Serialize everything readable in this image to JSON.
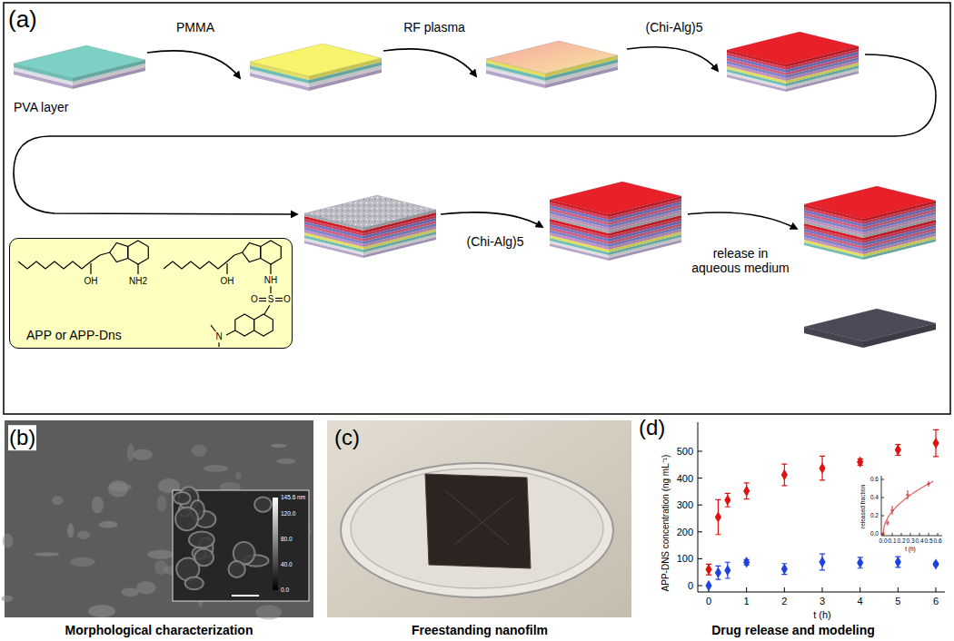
{
  "diagram": {
    "nodes": [
      {
        "text": [
          "APP or APP-Dns"
        ]
      }
    ],
    "labels": [
      "(a)",
      "PVA layer",
      "PMMA",
      "RF plasma",
      "(Chi-Alg)5",
      "(Chi-Alg)5",
      "release in aqueous medium",
      "OH",
      "NH2",
      "OH",
      "NH",
      "O",
      "S",
      "O",
      "N",
      "(b)",
      "145.6 nm",
      "120.0",
      "80.0",
      "40.0",
      "0.0",
      "Morphological characterization",
      "(c)",
      "Freestanding nanofilm",
      "(d)",
      "APP-DNS concentration (ng mL⁻¹)",
      "0",
      "100",
      "200",
      "300",
      "400",
      "500",
      "0",
      "1",
      "2",
      "3",
      "4",
      "5",
      "6",
      "t (h)",
      "released fraction",
      "0.0",
      "0.2",
      "0.4",
      "0.6",
      "0.0",
      "0.1",
      "0.2",
      "0.3",
      "0.4",
      "0.5",
      "0.6",
      "t (h)",
      "Drug release and modeling"
    ]
  }
}
